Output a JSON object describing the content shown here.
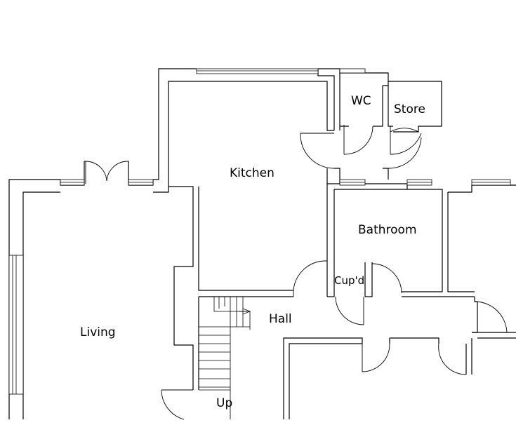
{
  "rooms": {
    "kitchen": "Kitchen",
    "wc": "WC",
    "store": "Store",
    "bathroom": "Bathroom",
    "cupboard": "Cup'd",
    "living": "Living",
    "hall": "Hall",
    "stairs_up": "Up"
  }
}
